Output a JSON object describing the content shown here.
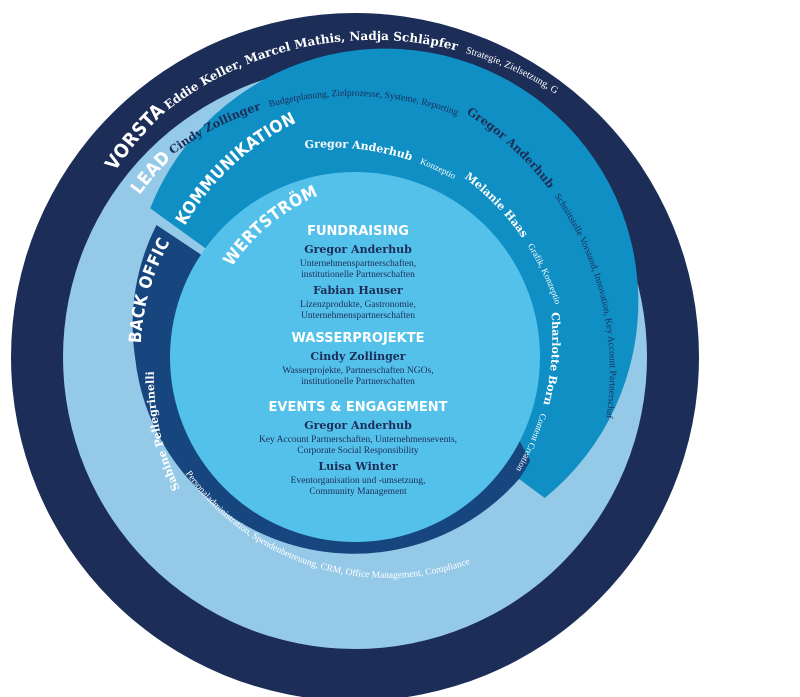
{
  "colors": {
    "vorstand": "#1c2d57",
    "lead": "#95c9e8",
    "kommunikation": "#0f8fc4",
    "backoffice": "#17457e",
    "wertstroeme": "#54c1eb",
    "dark_text": "#1c2d57",
    "white_text": "#ffffff"
  },
  "vorstand": {
    "title": "VORSTAND",
    "members": "Eddie Keller, Marcel Mathis, Nadja Schläpfer",
    "tasks": "Strategie, Zielsetzung, Governance"
  },
  "lead": {
    "title": "LEAD",
    "member1_name": "Cindy Zollinger",
    "member1_tasks": "Budgetplanung, Zielprozesse, Systeme, Reporting",
    "member2_name": "Gregor Anderhub",
    "member2_tasks": "Schnittstelle Vorstand, Innovation, Key Account Partnerschaften"
  },
  "kommunikation": {
    "title": "KOMMUNIKATION",
    "member1_name": "Gregor Anderhub",
    "member1_tasks": "Konzeption",
    "member2_name": "Melanie Haas",
    "member2_tasks": "Grafik, Konzeption",
    "member3_name": "Charlotte Born",
    "member3_tasks": "Content Creation"
  },
  "backoffice": {
    "title": "BACK OFFICE",
    "member_name": "Sabine Pellegrinelli",
    "member_tasks": "Personaladministration, Spendenbetreuung, CRM, Office Management, Compliance"
  },
  "wertstroeme": {
    "title": "WERTSTRÖME",
    "fundraising": {
      "title": "FUNDRAISING",
      "p1_name": "Gregor Anderhub",
      "p1_line1": "Unternehmenspartnerschaften,",
      "p1_line2": "institutionelle Partnerschaften",
      "p2_name": "Fabian Hauser",
      "p2_line1": "Lizenzprodukte, Gastronomie,",
      "p2_line2": "Unternehmenspartnerschaften"
    },
    "wasserprojekte": {
      "title": "WASSERPROJEKTE",
      "p1_name": "Cindy Zollinger",
      "p1_line1": "Wasserprojekte, Partnerschaften NGOs,",
      "p1_line2": "institutionelle Partnerschaften"
    },
    "events": {
      "title": "EVENTS & ENGAGEMENT",
      "p1_name": "Gregor Anderhub",
      "p1_line1": "Key Account Partnerschaften, Unternehmensevents,",
      "p1_line2": "Corporate Social Responsibility",
      "p2_name": "Luisa Winter",
      "p2_line1": "Eventorganisation und -umsetzung,",
      "p2_line2": "Community Management"
    }
  }
}
